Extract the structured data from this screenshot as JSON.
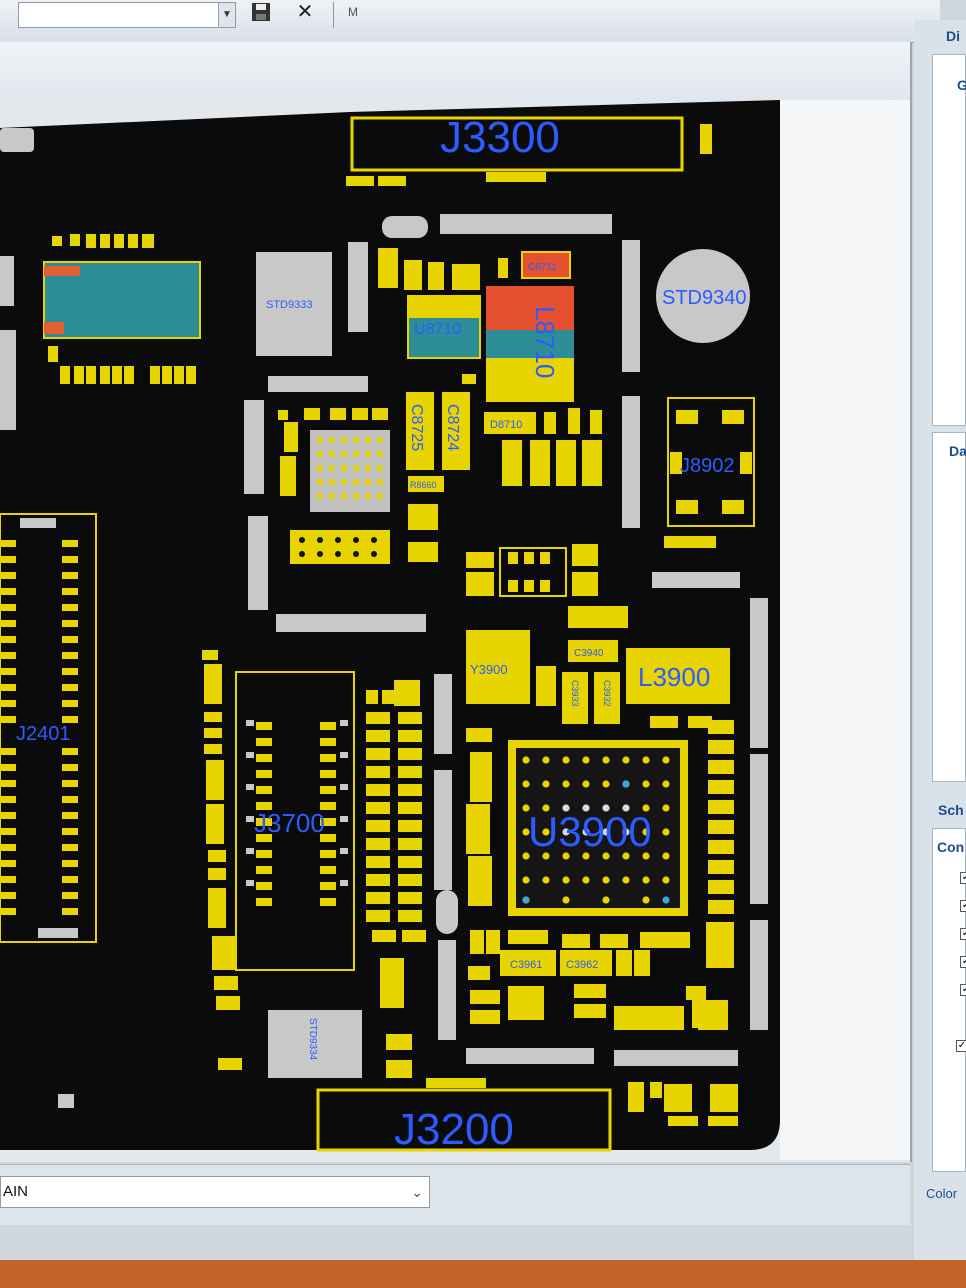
{
  "toolbar": {
    "combo_value": "",
    "save_icon": "floppy-disk-icon",
    "close_icon": "x-icon",
    "extra_icon": "m-icon"
  },
  "side_panel": {
    "tab_label_top": "Di",
    "label_g": "G",
    "label_da": "Da",
    "label_sch": "Sch",
    "label_con": "Con",
    "label_color": "Color"
  },
  "layer_select": {
    "value": "AIN"
  },
  "board": {
    "labels": {
      "J3300": "J3300",
      "J3200": "J3200",
      "U3900": "U3900",
      "J3700": "J3700",
      "J2401": "J2401",
      "L3900": "L3900",
      "Y3900": "Y3900",
      "L8710": "L8710",
      "U8710": "U8710",
      "J8902": "J8902",
      "STD9340": "STD9340",
      "STD9333": "STD9333",
      "STD9334": "STD9334",
      "C8725": "C8725",
      "C8724": "C8724",
      "C3940": "C3940",
      "R8660": "R8660",
      "C3933": "C3933",
      "C3932": "C3932",
      "C3961": "C3961",
      "C3962": "C3962",
      "C8711": "C8711",
      "D8710": "D8710"
    }
  }
}
